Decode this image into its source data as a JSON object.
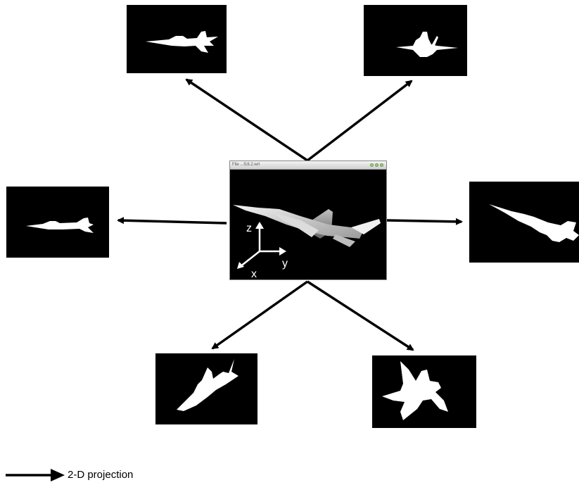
{
  "center_window": {
    "title": "File ...f16.2.wrl",
    "axes": {
      "z": "z",
      "y": "y",
      "x": "x"
    }
  },
  "projections": [
    {
      "id": "top-left",
      "view": "side-profile"
    },
    {
      "id": "top-right",
      "view": "front-view"
    },
    {
      "id": "mid-left",
      "view": "side-profile-small"
    },
    {
      "id": "mid-right",
      "view": "oblique-side"
    },
    {
      "id": "bot-left",
      "view": "oblique-top"
    },
    {
      "id": "bot-right",
      "view": "oblique-underside"
    }
  ],
  "legend": {
    "label": "2-D projection"
  },
  "colors": {
    "panel_background": "#000000",
    "silhouette": "#ffffff",
    "arrow": "#000000"
  }
}
